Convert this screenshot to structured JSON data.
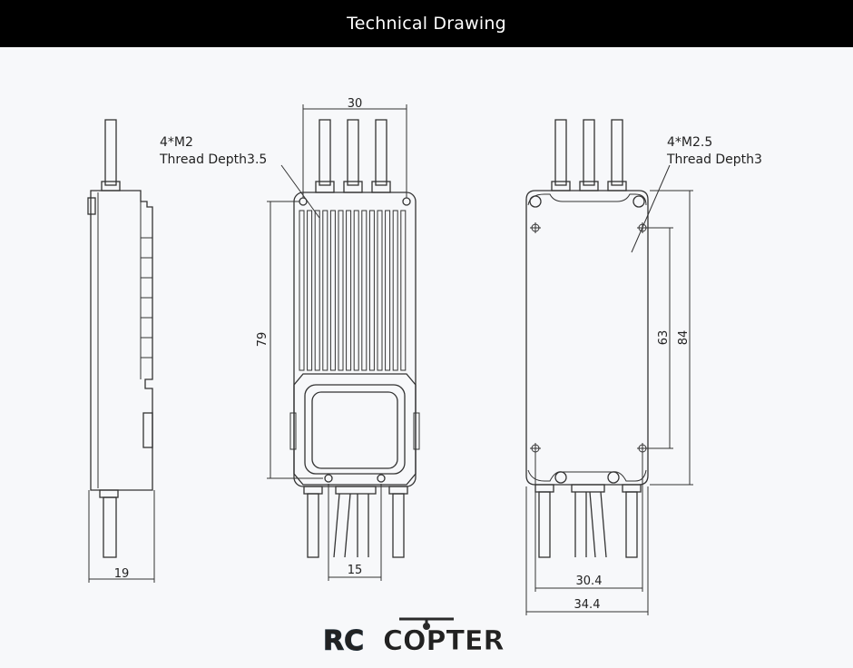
{
  "header": {
    "title": "Technical Drawing"
  },
  "labels": {
    "thread_left_1": "4*M2",
    "thread_left_2": "Thread Depth3.5",
    "thread_right_1": "4*M2.5",
    "thread_right_2": "Thread Depth3",
    "dim_top_width": "30",
    "dim_left_height": "79",
    "dim_side_width": "19",
    "dim_bottom_pitch": "15",
    "dim_hole_span": "63",
    "dim_total_height": "84",
    "dim_hole_width": "30.4",
    "dim_total_width": "34.4"
  },
  "logo": {
    "part1": "RC",
    "part2": "COPTER"
  },
  "colors": {
    "header_bg": "#000000",
    "background": "#f7f8fa",
    "line": "#333333",
    "logo_blue": "#29b6e8",
    "logo_dark": "#2a2a2a"
  }
}
